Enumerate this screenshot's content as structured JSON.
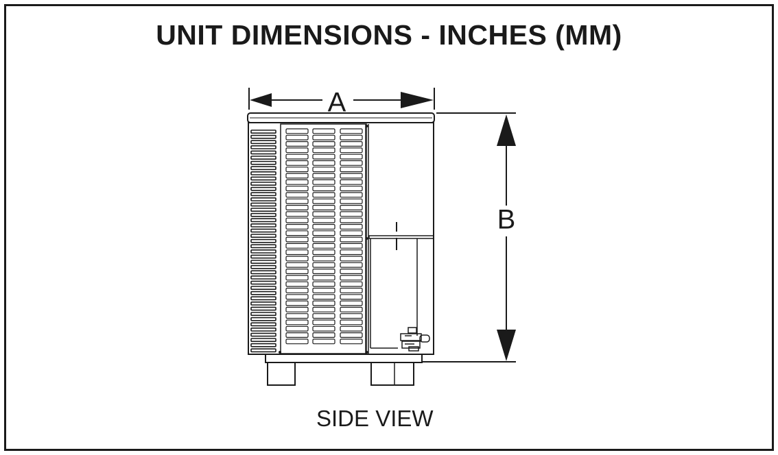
{
  "title": "UNIT DIMENSIONS - INCHES (MM)",
  "view_label": "SIDE VIEW",
  "dimensions": {
    "width_label": "A",
    "height_label": "B"
  },
  "colors": {
    "line": "#1a1a1a",
    "background": "#ffffff"
  }
}
